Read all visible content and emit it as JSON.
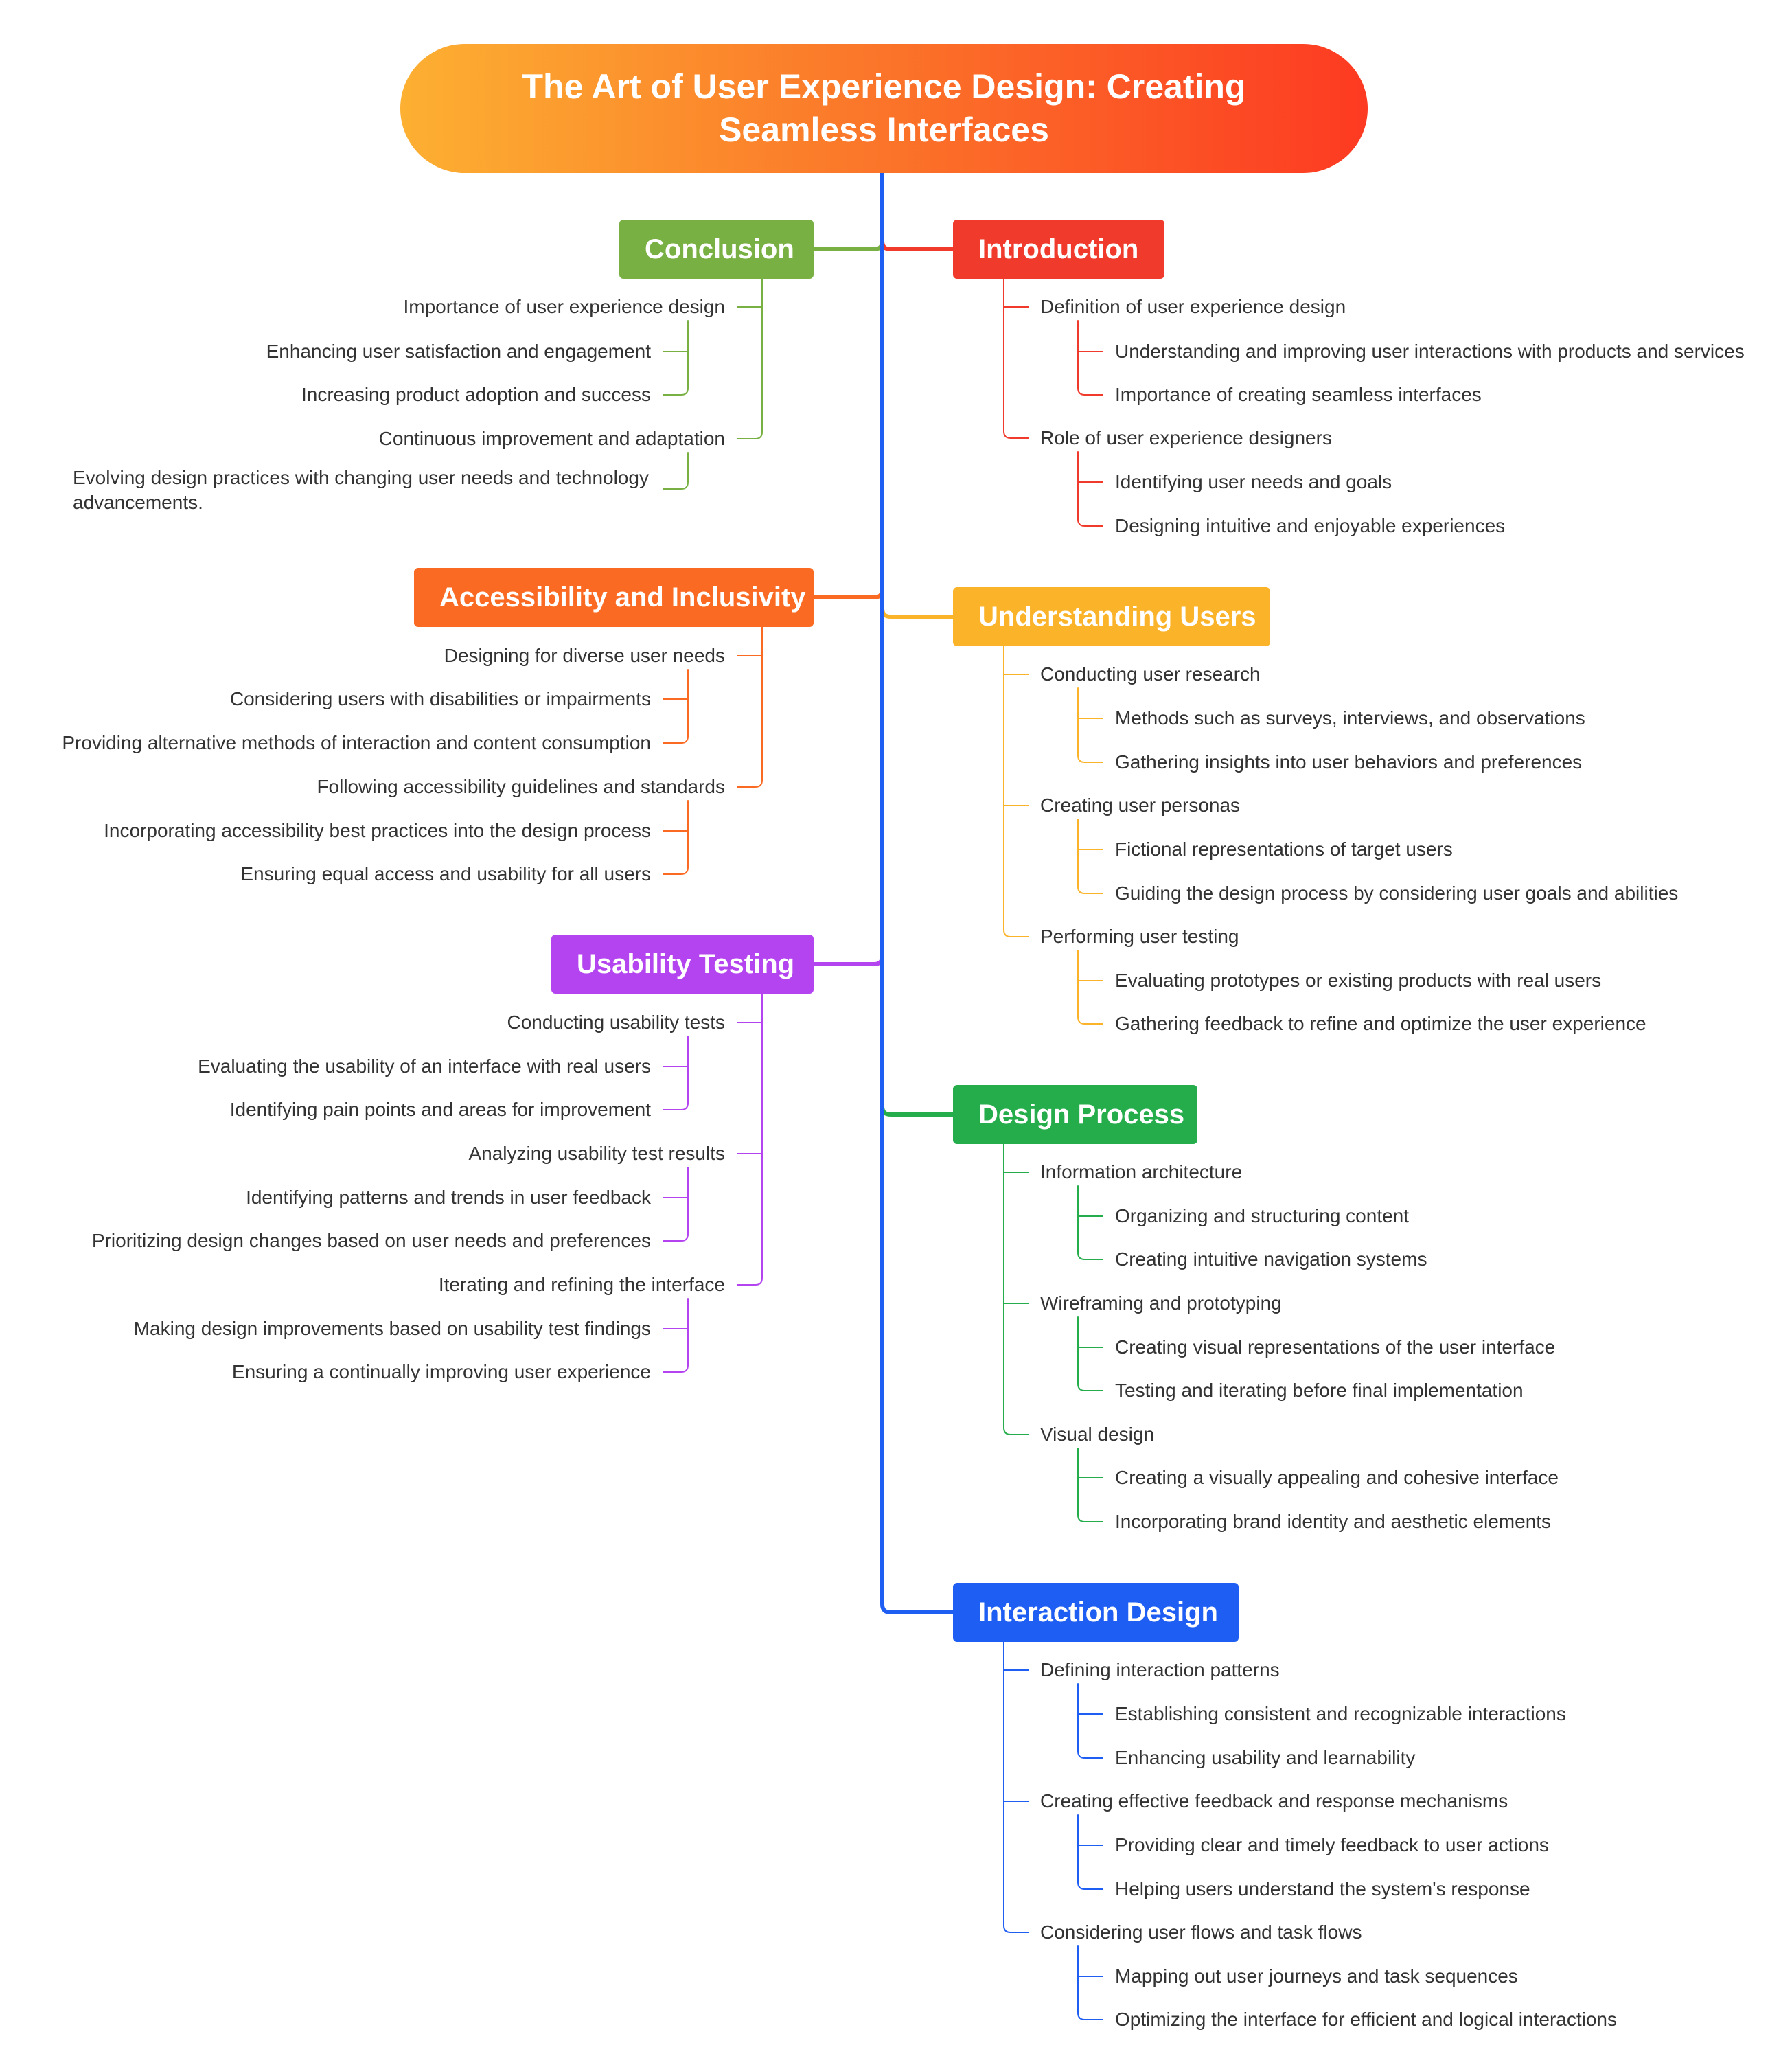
{
  "title": "The Art of User Experience Design: Creating Seamless Interfaces",
  "colors": {
    "introduction": "#f03a2c",
    "understanding": "#fbb32a",
    "design_process": "#25ad4c",
    "interaction": "#1e5ef3",
    "conclusion": "#79b043",
    "accessibility": "#fb6a23",
    "usability": "#b444ef"
  },
  "branches": {
    "introduction": {
      "label": "Introduction",
      "items": [
        {
          "text": "Definition of user experience design",
          "children": [
            "Understanding and improving user interactions with products and services",
            "Importance of creating seamless interfaces"
          ]
        },
        {
          "text": "Role of user experience designers",
          "children": [
            "Identifying user needs and goals",
            "Designing intuitive and enjoyable experiences"
          ]
        }
      ]
    },
    "understanding": {
      "label": "Understanding Users",
      "items": [
        {
          "text": "Conducting user research",
          "children": [
            "Methods such as surveys, interviews, and observations",
            "Gathering insights into user behaviors and preferences"
          ]
        },
        {
          "text": "Creating user personas",
          "children": [
            "Fictional representations of target users",
            "Guiding the design process by considering user goals and abilities"
          ]
        },
        {
          "text": "Performing user testing",
          "children": [
            "Evaluating prototypes or existing products with real users",
            "Gathering feedback to refine and optimize the user experience"
          ]
        }
      ]
    },
    "design_process": {
      "label": "Design Process",
      "items": [
        {
          "text": "Information architecture",
          "children": [
            "Organizing and structuring content",
            "Creating intuitive navigation systems"
          ]
        },
        {
          "text": "Wireframing and prototyping",
          "children": [
            "Creating visual representations of the user interface",
            "Testing and iterating before final implementation"
          ]
        },
        {
          "text": "Visual design",
          "children": [
            "Creating a visually appealing and cohesive interface",
            "Incorporating brand identity and aesthetic elements"
          ]
        }
      ]
    },
    "interaction": {
      "label": "Interaction Design",
      "items": [
        {
          "text": "Defining interaction patterns",
          "children": [
            "Establishing consistent and recognizable interactions",
            "Enhancing usability and learnability"
          ]
        },
        {
          "text": "Creating effective feedback and response mechanisms",
          "children": [
            "Providing clear and timely feedback to user actions",
            "Helping users understand the system's response"
          ]
        },
        {
          "text": "Considering user flows and task flows",
          "children": [
            "Mapping out user journeys and task sequences",
            "Optimizing the interface for efficient and logical interactions"
          ]
        }
      ]
    },
    "conclusion": {
      "label": "Conclusion",
      "items": [
        {
          "text": "Importance of user experience design",
          "children": [
            "Enhancing user satisfaction and engagement",
            "Increasing product adoption and success"
          ]
        },
        {
          "text": "Continuous improvement and adaptation",
          "children": [
            "Evolving design practices with changing user needs and technology advancements."
          ]
        }
      ]
    },
    "accessibility": {
      "label": "Accessibility and Inclusivity",
      "items": [
        {
          "text": "Designing for diverse user needs",
          "children": [
            "Considering users with disabilities or impairments",
            "Providing alternative methods of interaction and content consumption"
          ]
        },
        {
          "text": "Following accessibility guidelines and standards",
          "children": [
            "Incorporating accessibility best practices into the design process",
            "Ensuring equal access and usability for all users"
          ]
        }
      ]
    },
    "usability": {
      "label": "Usability Testing",
      "items": [
        {
          "text": "Conducting usability tests",
          "children": [
            "Evaluating the usability of an interface with real users",
            "Identifying pain points and areas for improvement"
          ]
        },
        {
          "text": "Analyzing usability test results",
          "children": [
            "Identifying patterns and trends in user feedback",
            "Prioritizing design changes based on user needs and preferences"
          ]
        },
        {
          "text": "Iterating and refining the interface",
          "children": [
            "Making design improvements based on usability test findings",
            "Ensuring a continually improving user experience"
          ]
        }
      ]
    }
  }
}
